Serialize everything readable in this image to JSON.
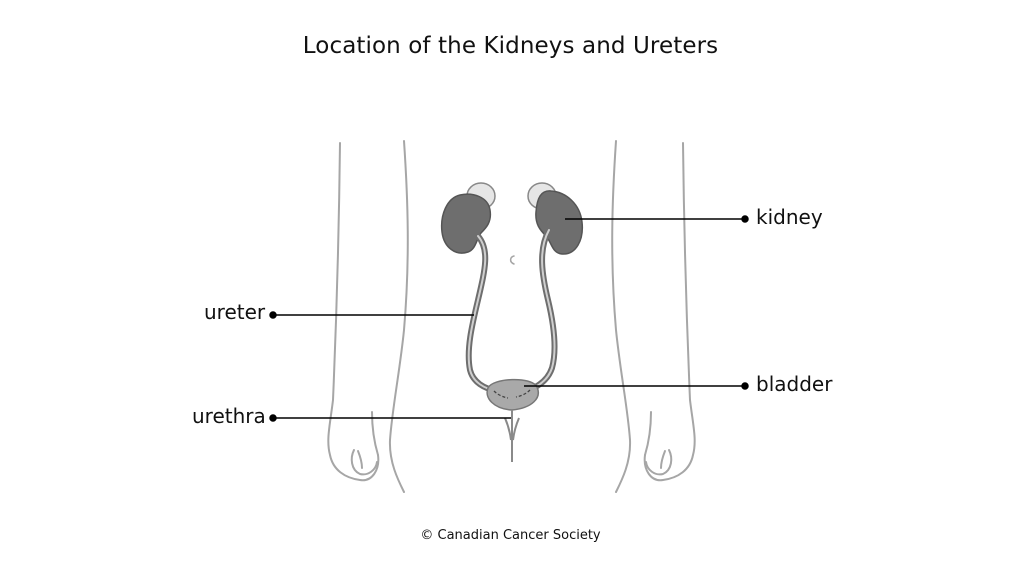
{
  "title": "Location of the Kidneys and Ureters",
  "labels": {
    "kidney": "kidney",
    "ureter": "ureter",
    "bladder": "bladder",
    "urethra": "urethra"
  },
  "credit": "© Canadian Cancer Society",
  "colors": {
    "outline": "#a6a6a6",
    "organ": "#6e6e6e",
    "bladder": "#a9a9a9",
    "adrenal": "#e6e6e6",
    "leader": "#000000"
  }
}
